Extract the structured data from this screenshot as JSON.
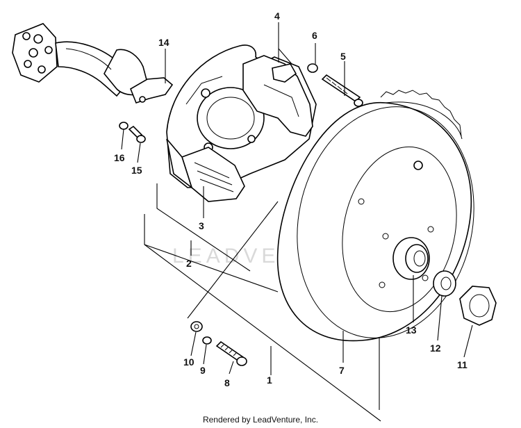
{
  "watermark": "LEADVENTURE",
  "footer": "Rendered by LeadVenture, Inc.",
  "callouts": {
    "p1": "1",
    "p2": "2",
    "p3": "3",
    "p4": "4",
    "p5": "5",
    "p6": "6",
    "p7": "7",
    "p8": "8",
    "p9": "9",
    "p10": "10",
    "p11": "11",
    "p12": "12",
    "p13": "13",
    "p14": "14",
    "p15": "15",
    "p16": "16"
  }
}
